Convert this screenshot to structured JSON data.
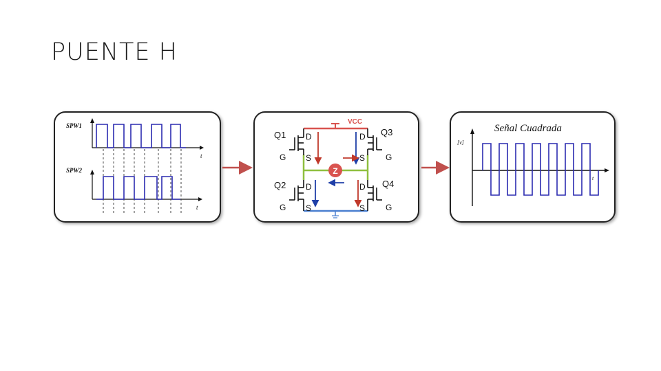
{
  "title": "PUENTE H",
  "panel_pwm": {
    "spw1_label": "SPW1",
    "spw2_label": "SPW2",
    "t_label_1": "t",
    "t_label_2": "t"
  },
  "panel_bridge": {
    "vcc": "VCC",
    "q1": "Q1",
    "q2": "Q2",
    "q3": "Q3",
    "q4": "Q4",
    "load": "Z",
    "d": "D",
    "s": "S",
    "g": "G"
  },
  "panel_square": {
    "title": "Señal Cuadrada",
    "ylabel": "[v]",
    "xlabel": "t"
  },
  "colors": {
    "waveform": "#2b2bb0",
    "arrow": "#c0504d",
    "vcc_rail": "#d9534f",
    "mid_rail": "#8fbf3f",
    "gnd_rail": "#4a7fd0",
    "current_red": "#c0392b",
    "current_blue": "#1f3fa8"
  }
}
